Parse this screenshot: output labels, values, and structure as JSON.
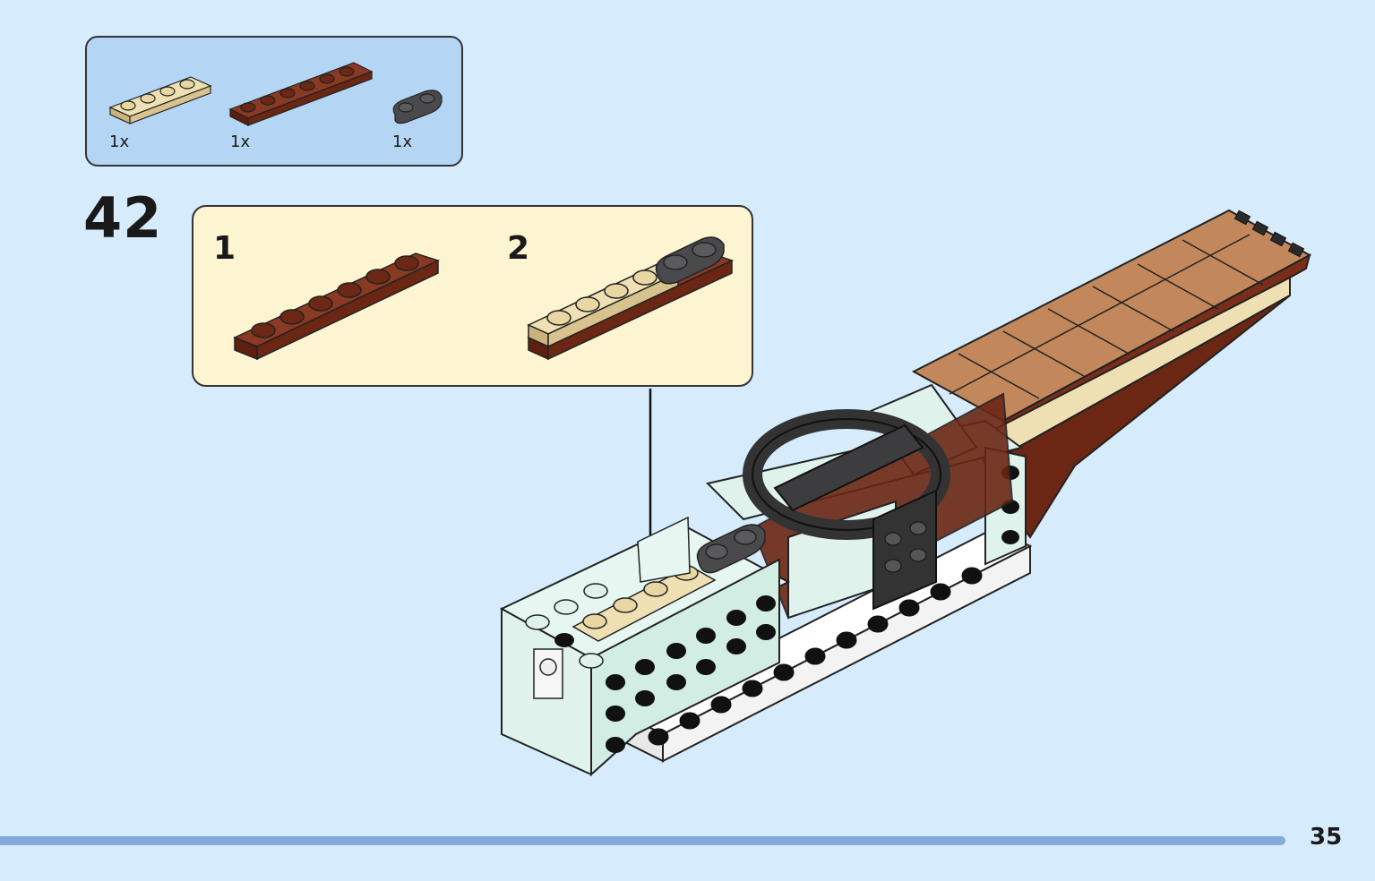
{
  "parts_list": [
    {
      "part": "tan plate 1x4",
      "color": "#e3cf9a",
      "qty": "1x"
    },
    {
      "part": "reddish brown plate 1x6",
      "color": "#7a2e1a",
      "qty": "1x"
    },
    {
      "part": "dark gray plate 1x2 round ends",
      "color": "#3d3d3f",
      "qty": "1x"
    }
  ],
  "step": {
    "number": "42"
  },
  "substeps": [
    {
      "number": "1"
    },
    {
      "number": "2"
    }
  ],
  "page": {
    "number": "35"
  },
  "colors": {
    "background": "#d6ebfb",
    "parts_box": "#b4d6f4",
    "substep_box": "#fdf4d2",
    "footer_bar": "#86a8dc",
    "brown": "#7a2e1a",
    "tan": "#e3cf9a",
    "dark_gray": "#3d3d3f",
    "light_aqua": "#dff3ec",
    "medium_nougat": "#c2885c"
  }
}
